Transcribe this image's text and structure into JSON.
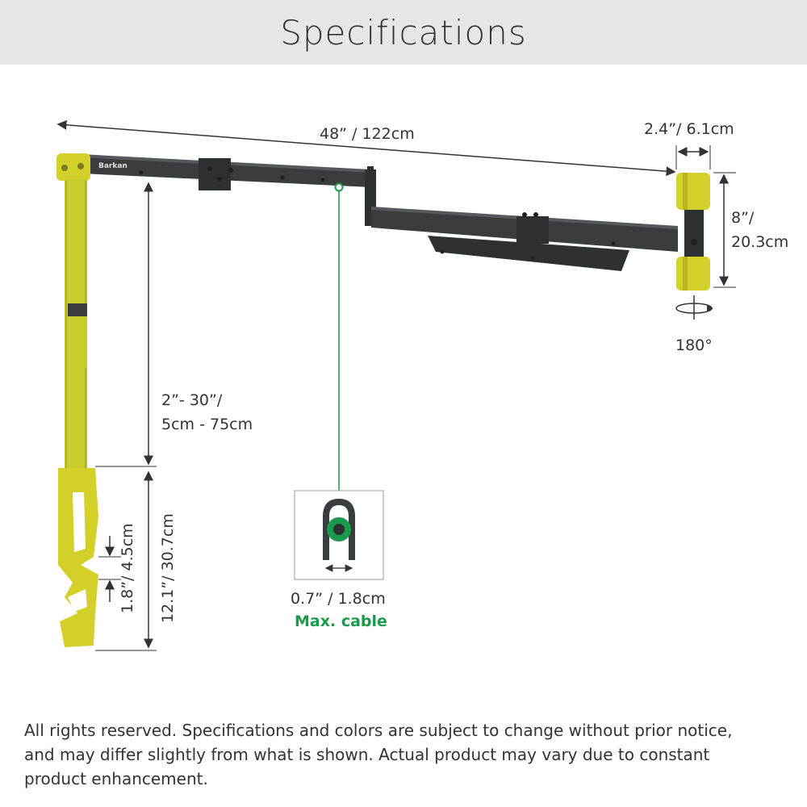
{
  "header": {
    "title": "Specifications"
  },
  "product": {
    "brand": "Barkan"
  },
  "dimensions": {
    "length": "48” / 122cm",
    "bracket_width": "2.4”/ 6.1cm",
    "bracket_height_line1": "8”/",
    "bracket_height_line2": "20.3cm",
    "rotation": "180°",
    "hook_drop_line1": "2”- 30”/",
    "hook_drop_line2": "5cm - 75cm",
    "hook_length": "12.1”/ 30.7cm",
    "hook_gap": "1.8”/ 4.5cm",
    "cable_size": "0.7” / 1.8cm",
    "cable_label": "Max. cable"
  },
  "colors": {
    "arm": "#3a3d40",
    "strap": "#c8cc2c",
    "yellow_part": "#d4d02a",
    "accent_green": "#1a9a4a",
    "header_bg": "#e6e6e6"
  },
  "footer": {
    "disclaimer": "All rights reserved. Specifications and colors are subject to change without prior notice, and may differ slightly from what is shown. Actual product may vary due to constant product enhancement."
  }
}
